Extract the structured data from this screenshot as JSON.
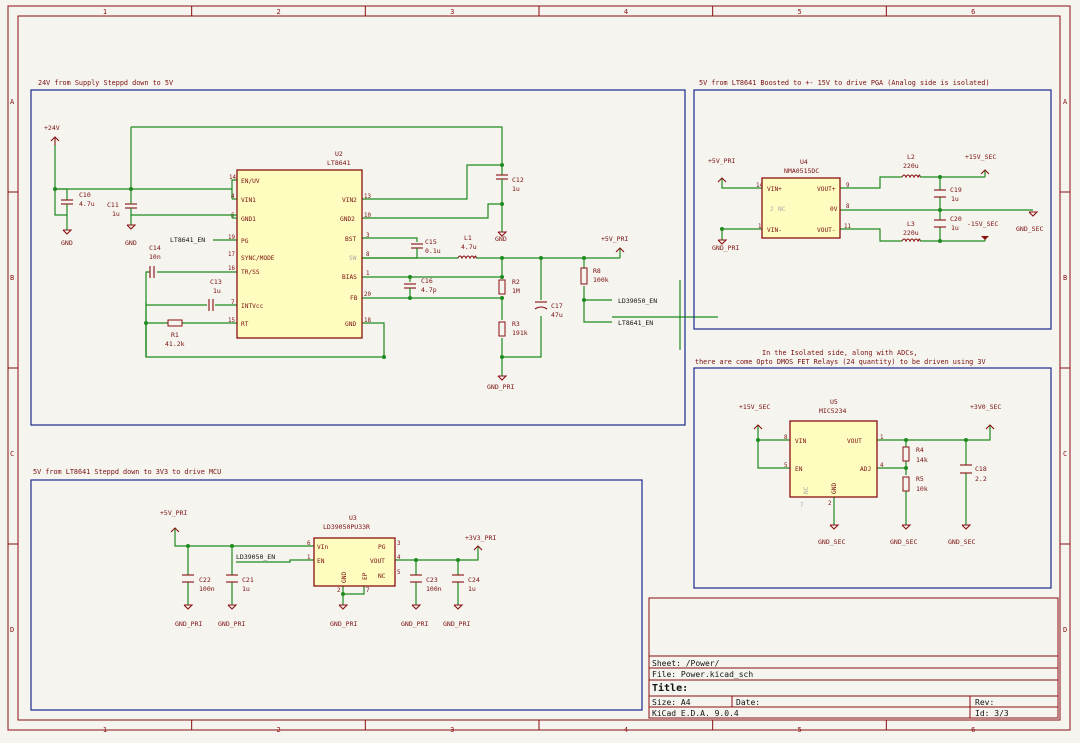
{
  "frame": {
    "cols": [
      "1",
      "2",
      "3",
      "4",
      "5",
      "6"
    ],
    "rows": [
      "A",
      "B",
      "C",
      "D"
    ]
  },
  "sections": {
    "top_left": "24V from Supply Steppd down to 5V",
    "top_right": "5V from LT8641 Boosted to +- 15V to drive PGA (Analog side is isolated)",
    "bottom_left": "5V from LT8641 Steppd down to 3V3 to drive MCU",
    "bottom_right_1": "In the Isolated side, along with ADCs,",
    "bottom_right_2": "there are come Opto DMOS FET Relays (24 quantity) to be driven using 3V"
  },
  "u2": {
    "ref": "U2",
    "value": "LT8641",
    "pins_left": [
      "EN/UV",
      "VIN1",
      "GND1",
      "PG",
      "SYNC/MODE",
      "TR/SS",
      "INTVcc",
      "RT"
    ],
    "pinnums_left": [
      "14",
      "4",
      "6",
      "19",
      "17",
      "16",
      "7",
      "15"
    ],
    "pins_right": [
      "VIN2",
      "GND2",
      "BST",
      "SW",
      "BIAS",
      "FB",
      "GND"
    ],
    "pinnums_right": [
      "13",
      "10",
      "3",
      "8",
      "1",
      "20",
      "18"
    ]
  },
  "u4": {
    "ref": "U4",
    "value": "NMA0515DC",
    "pins_left": [
      "VIN+",
      "NC",
      "VIN-"
    ],
    "pinnums_left": [
      "14",
      "2",
      "1"
    ],
    "pins_right": [
      "VOUT+",
      "0V",
      "VOUT-"
    ],
    "pinnums_right": [
      "9",
      "8",
      "11"
    ]
  },
  "u3": {
    "ref": "U3",
    "value": "LD39050PU33R",
    "pins_left": [
      "VIn",
      "EN"
    ],
    "pinnums_left": [
      "6",
      "1"
    ],
    "pins_right": [
      "PG",
      "VOUT",
      "NC"
    ],
    "pinnums_right": [
      "3",
      "4",
      "5"
    ],
    "pins_bottom": [
      "GND",
      "EP"
    ],
    "pinnums_bottom": [
      "2",
      "7"
    ]
  },
  "u5": {
    "ref": "U5",
    "value": "MIC5234",
    "pins_left": [
      "VIN",
      "EN"
    ],
    "pinnums_left": [
      "8",
      "5"
    ],
    "pins_right": [
      "VOUT",
      "ADJ"
    ],
    "pinnums_right": [
      "1",
      "4"
    ],
    "pins_bottom": [
      "NC",
      "GND"
    ],
    "pinnums_bottom": [
      "7",
      "2"
    ]
  },
  "components": [
    {
      "ref": "C10",
      "val": "4.7u"
    },
    {
      "ref": "C11",
      "val": "1u"
    },
    {
      "ref": "C12",
      "val": "1u"
    },
    {
      "ref": "C14",
      "val": "10n"
    },
    {
      "ref": "C13",
      "val": "1u"
    },
    {
      "ref": "C15",
      "val": "0.1u"
    },
    {
      "ref": "L1",
      "val": "4.7u"
    },
    {
      "ref": "C16",
      "val": "4.7p"
    },
    {
      "ref": "R2",
      "val": "1M"
    },
    {
      "ref": "R3",
      "val": "191k"
    },
    {
      "ref": "C17",
      "val": "47u"
    },
    {
      "ref": "R8",
      "val": "100k"
    },
    {
      "ref": "R1",
      "val": "41.2k"
    },
    {
      "ref": "L2",
      "val": "220u"
    },
    {
      "ref": "C19",
      "val": "1u"
    },
    {
      "ref": "L3",
      "val": "220u"
    },
    {
      "ref": "C20",
      "val": "1u"
    },
    {
      "ref": "C22",
      "val": "100n"
    },
    {
      "ref": "C21",
      "val": "1u"
    },
    {
      "ref": "C23",
      "val": "100n"
    },
    {
      "ref": "C24",
      "val": "1u"
    },
    {
      "ref": "R4",
      "val": "14k"
    },
    {
      "ref": "R5",
      "val": "10k"
    },
    {
      "ref": "C18",
      "val": "2.2"
    }
  ],
  "power": {
    "p24v": "+24V",
    "gnd": "GND",
    "p5v_pri": "+5V_PRI",
    "gnd_pri": "GND_PRI",
    "p15v_sec": "+15V_SEC",
    "m15v_sec": "-15V_SEC",
    "gnd_sec": "GND_SEC",
    "p3v3_pri": "+3V3_PRI",
    "p3v0_sec": "+3V0_SEC"
  },
  "nets": {
    "lt_en": "LT8641_EN",
    "ld_en": "LD39050_EN"
  },
  "title_block": {
    "sheet": "Sheet: /Power/",
    "file": "File: Power.kicad_sch",
    "title": "Title:",
    "size": "Size: A4",
    "date": "Date:",
    "kicad": "KiCad E.D.A. 9.0.4",
    "rev": "Rev:",
    "id": "Id: 3/3"
  }
}
